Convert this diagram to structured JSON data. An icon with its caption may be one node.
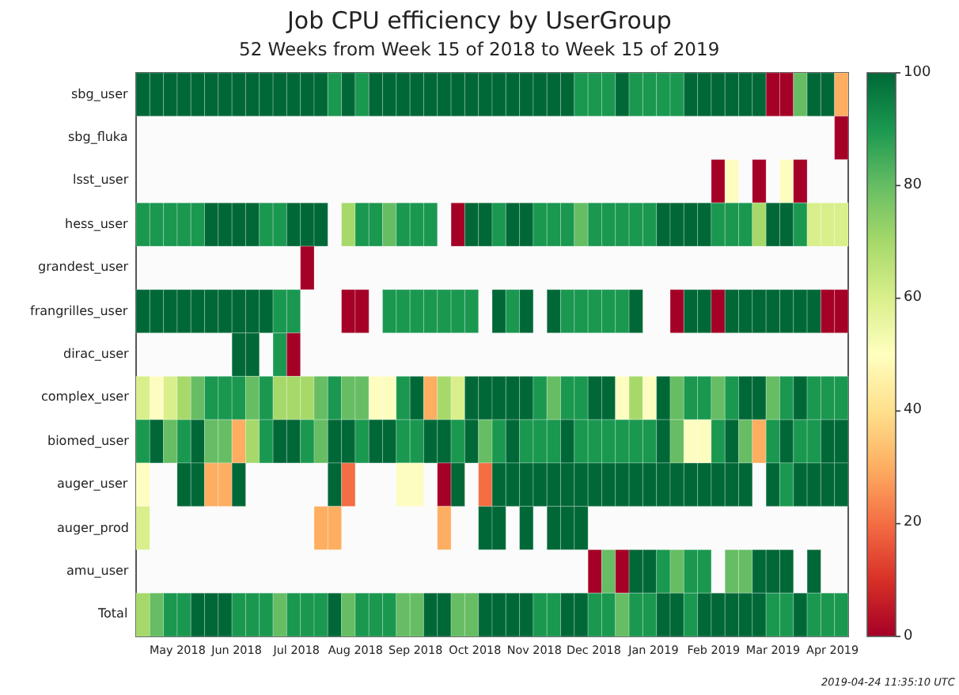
{
  "diagram": {
    "title": "Job CPU efficiency by UserGroup",
    "labels": [
      "52 Weeks from Week 15 of 2018 to Week 15 of 2019",
      "sbg_user",
      "sbg_fluka",
      "lsst_user",
      "hess_user",
      "grandest_user",
      "frangrilles_user",
      "dirac_user",
      "complex_user",
      "biomed_user",
      "auger_user",
      "auger_prod",
      "amu_user",
      "Total",
      "May 2018",
      "Jun 2018",
      "Jul 2018",
      "Aug 2018",
      "Sep 2018",
      "Oct 2018",
      "Nov 2018",
      "Dec 2018",
      "Jan 2019",
      "Feb 2019",
      "Mar 2019",
      "Apr 2019",
      "2019-04-24 11:35:10 UTC",
      "100",
      "80",
      "60",
      "40",
      "20",
      "0"
    ]
  }
}
